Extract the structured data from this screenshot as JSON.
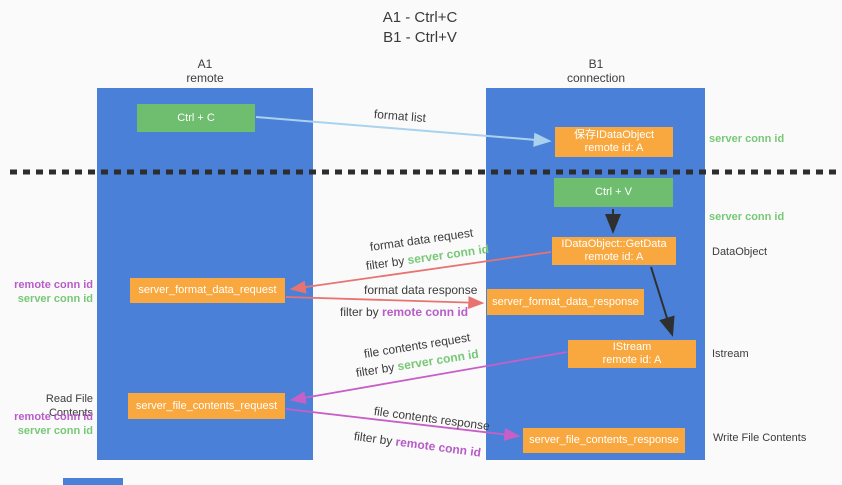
{
  "title": {
    "line1": "A1 - Ctrl+C",
    "line2": "B1 - Ctrl+V"
  },
  "columns": {
    "left": {
      "name": "A1",
      "sub": "remote"
    },
    "right": {
      "name": "B1",
      "sub": "connection"
    }
  },
  "nodes": {
    "ctrl_c": "Ctrl + C",
    "ctrl_v": "Ctrl + V",
    "save_dataobject": {
      "line1": "保存IDataObject",
      "line2": "remote id: A"
    },
    "getdata": {
      "line1": "IDataObject::GetData",
      "line2": "remote id: A"
    },
    "istream": {
      "line1": "IStream",
      "line2": "remote id: A"
    },
    "format_request": "server_format_data_request",
    "format_response": "server_format_data_response",
    "file_request": "server_file_contents_request",
    "file_response": "server_file_contents_response"
  },
  "flow_labels": {
    "format_list": "format list",
    "format_data_request": "format data request",
    "format_data_response": "format data response",
    "file_contents_request": "file contents request",
    "file_contents_response": "file contents response",
    "filter_by": "filter by",
    "server_conn_id": "server conn id",
    "remote_conn_id": "remote conn id"
  },
  "side_labels": {
    "server_conn_id_top": "server conn id",
    "server_conn_id_mid": "server conn id",
    "dataobject": "DataObject",
    "istream": "Istream",
    "write_file_contents": "Write File Contents",
    "read_file_contents": "Read File Contents",
    "remote_conn_id_left1": "remote conn id",
    "server_conn_id_left1": "server conn id",
    "remote_conn_id_left2": "remote conn id",
    "server_conn_id_left2": "server conn id"
  },
  "colors": {
    "column_blue": "#4a80d8",
    "box_green": "#6fbd6f",
    "box_orange": "#f8a83e",
    "text_green": "#77c877",
    "text_purple": "#b85cc8",
    "arrow_light_blue": "#a8d2ee",
    "arrow_red": "#e77471",
    "arrow_magenta": "#c75fc7",
    "arrow_black": "#2f2f2f",
    "dotted_line": "#2d2d2d",
    "background": "#fafafa"
  }
}
